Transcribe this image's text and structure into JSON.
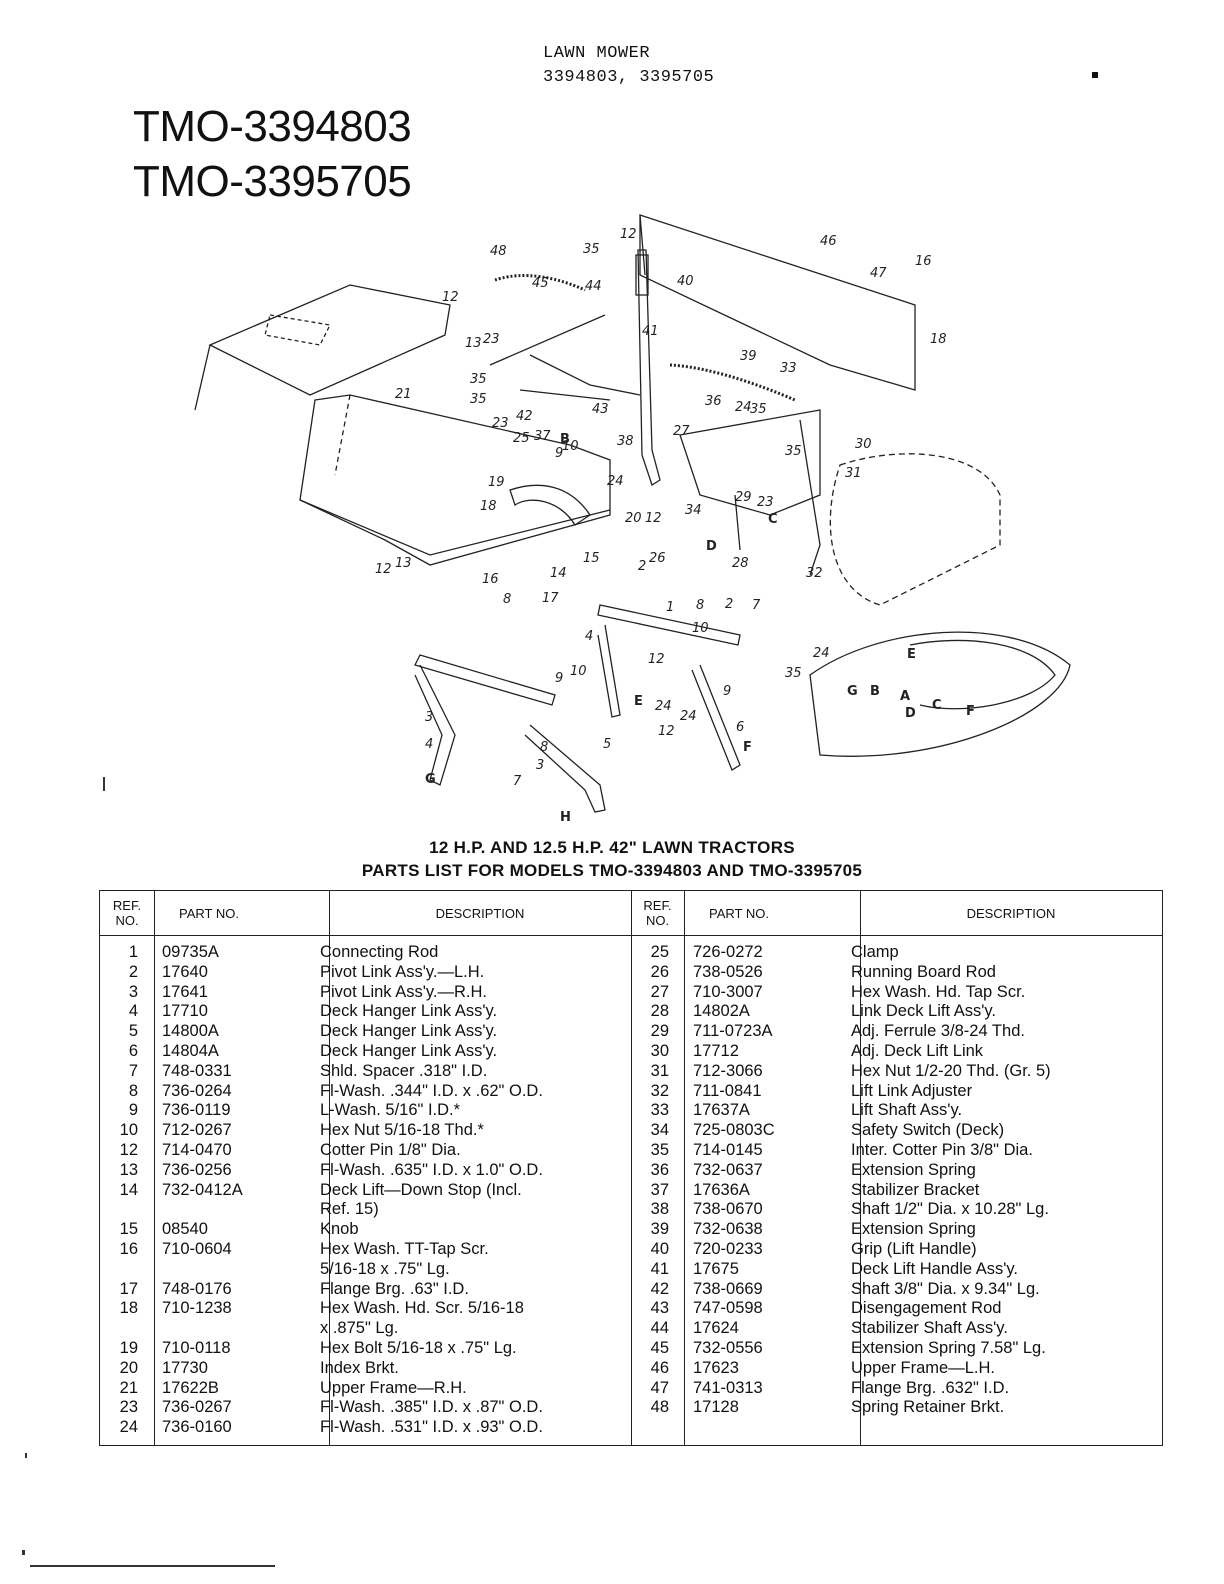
{
  "header": {
    "line1": "LAWN MOWER",
    "line2": "3394803, 3395705"
  },
  "models": [
    "TMO-3394803",
    "TMO-3395705"
  ],
  "captions": {
    "line1": "12 H.P. AND 12.5 H.P. 42\" LAWN TRACTORS",
    "line2": "PARTS LIST FOR MODELS TMO-3394803 AND TMO-3395705"
  },
  "table": {
    "headers": {
      "ref": "REF. NO.",
      "part": "PART NO.",
      "desc": "DESCRIPTION"
    },
    "left": [
      {
        "ref": "1",
        "part": "09735A",
        "desc": "Connecting Rod"
      },
      {
        "ref": "2",
        "part": "17640",
        "desc": "Pivot Link Ass'y.—L.H."
      },
      {
        "ref": "3",
        "part": "17641",
        "desc": "Pivot Link Ass'y.—R.H."
      },
      {
        "ref": "4",
        "part": "17710",
        "desc": "Deck Hanger Link Ass'y."
      },
      {
        "ref": "5",
        "part": "14800A",
        "desc": "Deck Hanger Link Ass'y."
      },
      {
        "ref": "6",
        "part": "14804A",
        "desc": "Deck Hanger Link Ass'y."
      },
      {
        "ref": "7",
        "part": "748-0331",
        "desc": "Shld. Spacer .318\" I.D."
      },
      {
        "ref": "8",
        "part": "736-0264",
        "desc": "Fl-Wash. .344\" I.D. x .62\" O.D."
      },
      {
        "ref": "9",
        "part": "736-0119",
        "desc": "L-Wash. 5/16\" I.D.*"
      },
      {
        "ref": "10",
        "part": "712-0267",
        "desc": "Hex Nut 5/16-18 Thd.*"
      },
      {
        "ref": "12",
        "part": "714-0470",
        "desc": "Cotter Pin 1/8\" Dia."
      },
      {
        "ref": "13",
        "part": "736-0256",
        "desc": "Fl-Wash. .635\" I.D. x 1.0\" O.D."
      },
      {
        "ref": "14",
        "part": "732-0412A",
        "desc": "Deck Lift—Down Stop (Incl."
      },
      {
        "ref": "",
        "part": "",
        "desc": "   Ref. 15)"
      },
      {
        "ref": "15",
        "part": "08540",
        "desc": "Knob"
      },
      {
        "ref": "16",
        "part": "710-0604",
        "desc": "Hex Wash. TT-Tap Scr."
      },
      {
        "ref": "",
        "part": "",
        "desc": "   5/16-18 x .75\" Lg."
      },
      {
        "ref": "17",
        "part": "748-0176",
        "desc": "Flange Brg. .63\" I.D."
      },
      {
        "ref": "18",
        "part": "710-1238",
        "desc": "Hex Wash. Hd. Scr. 5/16-18"
      },
      {
        "ref": "",
        "part": "",
        "desc": "   x .875\" Lg."
      },
      {
        "ref": "19",
        "part": "710-0118",
        "desc": "Hex Bolt 5/16-18 x .75\" Lg."
      },
      {
        "ref": "20",
        "part": "17730",
        "desc": "Index Brkt."
      },
      {
        "ref": "21",
        "part": "17622B",
        "desc": "Upper Frame—R.H."
      },
      {
        "ref": "23",
        "part": "736-0267",
        "desc": "Fl-Wash. .385\" I.D. x .87\" O.D."
      },
      {
        "ref": "24",
        "part": "736-0160",
        "desc": "Fl-Wash. .531\" I.D. x .93\" O.D."
      }
    ],
    "right": [
      {
        "ref": "25",
        "part": "726-0272",
        "desc": "Clamp"
      },
      {
        "ref": "26",
        "part": "738-0526",
        "desc": "Running Board Rod"
      },
      {
        "ref": "27",
        "part": "710-3007",
        "desc": "Hex Wash. Hd. Tap Scr."
      },
      {
        "ref": "28",
        "part": "14802A",
        "desc": "Link Deck Lift Ass'y."
      },
      {
        "ref": "29",
        "part": "711-0723A",
        "desc": "Adj. Ferrule 3/8-24 Thd."
      },
      {
        "ref": "30",
        "part": "17712",
        "desc": "Adj. Deck Lift Link"
      },
      {
        "ref": "31",
        "part": "712-3066",
        "desc": "Hex Nut 1/2-20 Thd. (Gr. 5)"
      },
      {
        "ref": "32",
        "part": "711-0841",
        "desc": "Lift Link Adjuster"
      },
      {
        "ref": "33",
        "part": "17637A",
        "desc": "Lift Shaft Ass'y."
      },
      {
        "ref": "34",
        "part": "725-0803C",
        "desc": "Safety Switch (Deck)"
      },
      {
        "ref": "35",
        "part": "714-0145",
        "desc": "Inter. Cotter Pin 3/8\" Dia."
      },
      {
        "ref": "36",
        "part": "732-0637",
        "desc": "Extension Spring"
      },
      {
        "ref": "37",
        "part": "17636A",
        "desc": "Stabilizer Bracket"
      },
      {
        "ref": "38",
        "part": "738-0670",
        "desc": "Shaft 1/2\" Dia. x 10.28\" Lg."
      },
      {
        "ref": "39",
        "part": "732-0638",
        "desc": "Extension Spring"
      },
      {
        "ref": "40",
        "part": "720-0233",
        "desc": "Grip (Lift Handle)"
      },
      {
        "ref": "41",
        "part": "17675",
        "desc": "Deck Lift Handle Ass'y."
      },
      {
        "ref": "42",
        "part": "738-0669",
        "desc": "Shaft 3/8\" Dia. x 9.34\" Lg."
      },
      {
        "ref": "43",
        "part": "747-0598",
        "desc": "Disengagement Rod"
      },
      {
        "ref": "44",
        "part": "17624",
        "desc": "Stabilizer Shaft Ass'y."
      },
      {
        "ref": "45",
        "part": "732-0556",
        "desc": "Extension Spring 7.58\" Lg."
      },
      {
        "ref": "46",
        "part": "17623",
        "desc": "Upper Frame—L.H."
      },
      {
        "ref": "47",
        "part": "741-0313",
        "desc": "Flange Brg. .632\" I.D."
      },
      {
        "ref": "48",
        "part": "17128",
        "desc": "Spring Retainer Brkt."
      }
    ]
  },
  "diagram": {
    "callouts": [
      "1",
      "2",
      "3",
      "4",
      "5",
      "6",
      "7",
      "8",
      "9",
      "10",
      "12",
      "13",
      "14",
      "15",
      "16",
      "17",
      "18",
      "19",
      "20",
      "21",
      "23",
      "24",
      "25",
      "26",
      "27",
      "28",
      "29",
      "30",
      "31",
      "32",
      "33",
      "34",
      "35",
      "36",
      "37",
      "38",
      "39",
      "40",
      "41",
      "42",
      "43",
      "44",
      "45",
      "46",
      "47",
      "48",
      "A",
      "B",
      "C",
      "D",
      "E",
      "F",
      "G",
      "H"
    ]
  }
}
